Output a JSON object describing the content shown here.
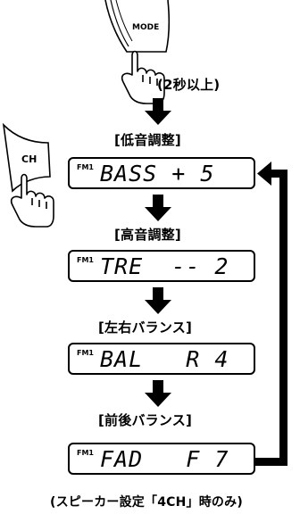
{
  "mode_button_label": "MODE",
  "hold_note": "(2秒以上)",
  "ch_button_label": "CH",
  "lcd_fm_label": "FM1",
  "steps": [
    {
      "title": "[低音調整]",
      "display": "BASS + 5"
    },
    {
      "title": "[高音調整]",
      "display": "TRE  -- 2"
    },
    {
      "title": "[左右バランス]",
      "display": "BAL   R 4"
    },
    {
      "title": "[前後バランス]",
      "display": "FAD   F 7"
    }
  ],
  "footnote": "(スピーカー設定「4CH」時のみ)"
}
